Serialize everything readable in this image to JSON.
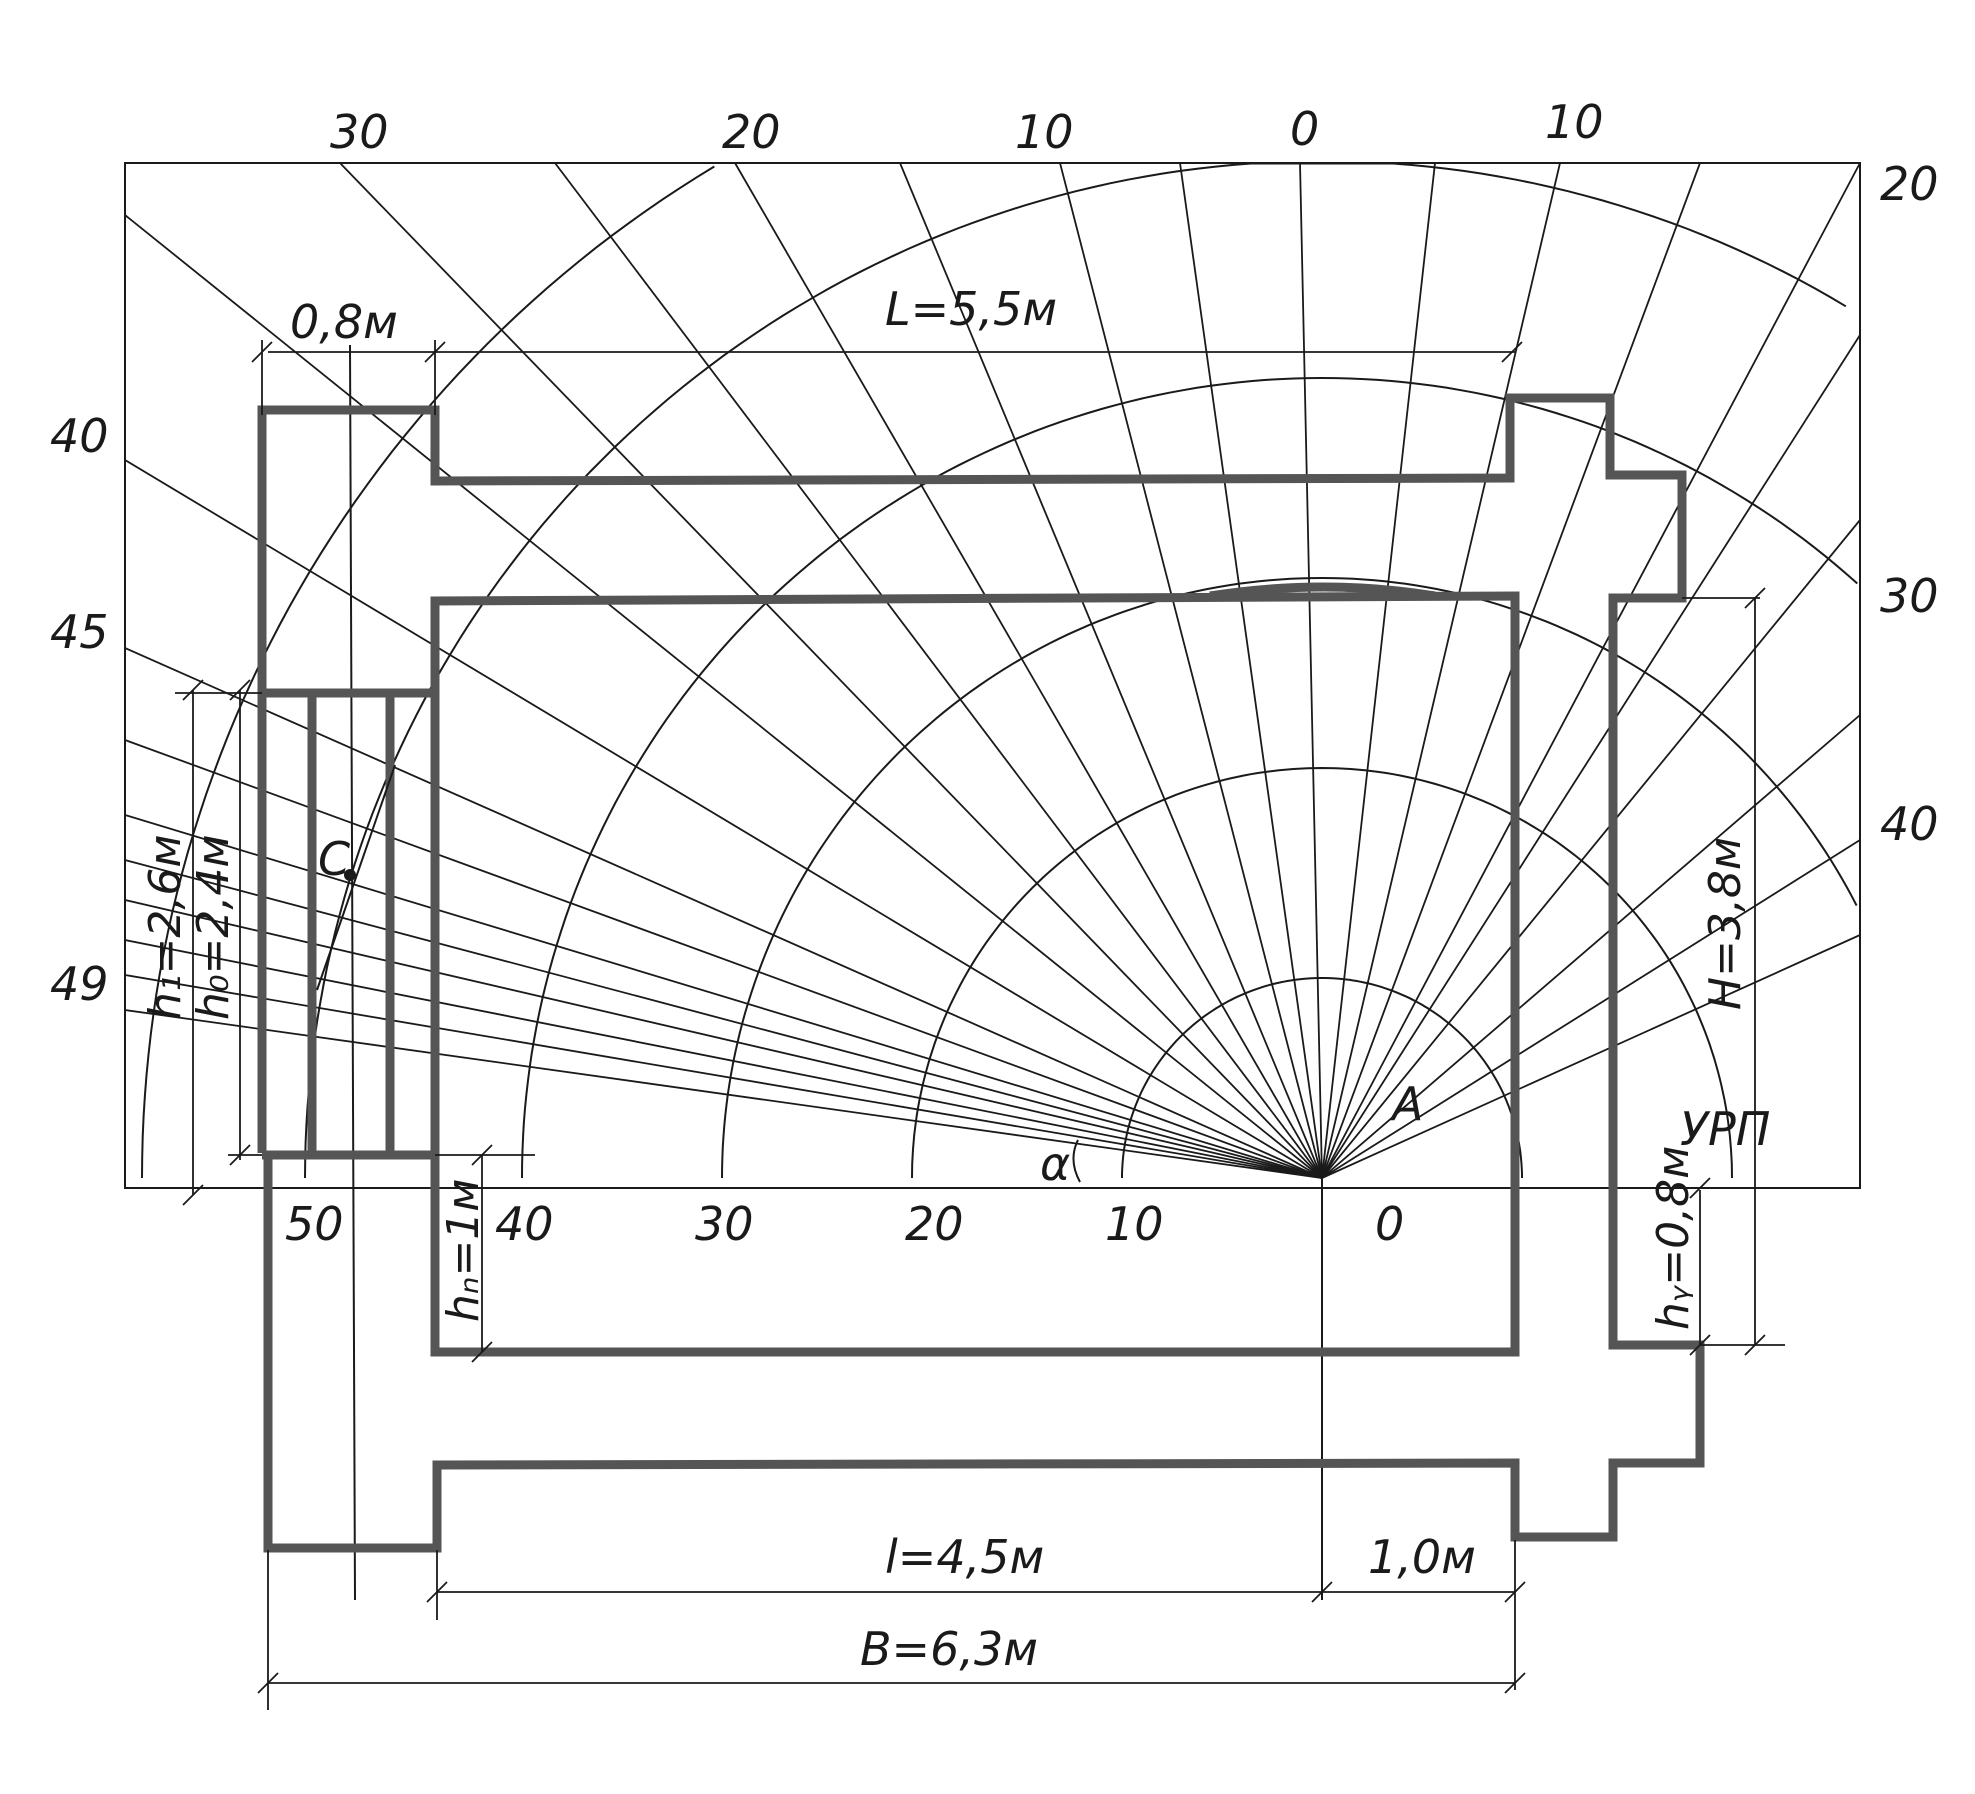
{
  "diagram": {
    "top_scale_labels": [
      "30",
      "20",
      "10",
      "0",
      "10"
    ],
    "right_scale_labels": [
      "20",
      "30",
      "40"
    ],
    "left_scale_labels": [
      "40",
      "45",
      "49"
    ],
    "bottom_scale_labels": [
      "50",
      "40",
      "30",
      "20",
      "10",
      "0"
    ],
    "dimensions": {
      "window_depth": "0,8м",
      "room_length": "L=5,5м",
      "h1": "h₁=2,6м",
      "h0": "h₀=2,4м",
      "hn": "hₙ=1м",
      "H": "H=3,8м",
      "hy": "hᵧ=0,8м",
      "l": "l=4,5м",
      "offset": "1,0м",
      "B": "B=6,3м"
    },
    "points": {
      "C": "C",
      "A": "A",
      "alpha": "α",
      "work_plane": "УРП"
    }
  }
}
